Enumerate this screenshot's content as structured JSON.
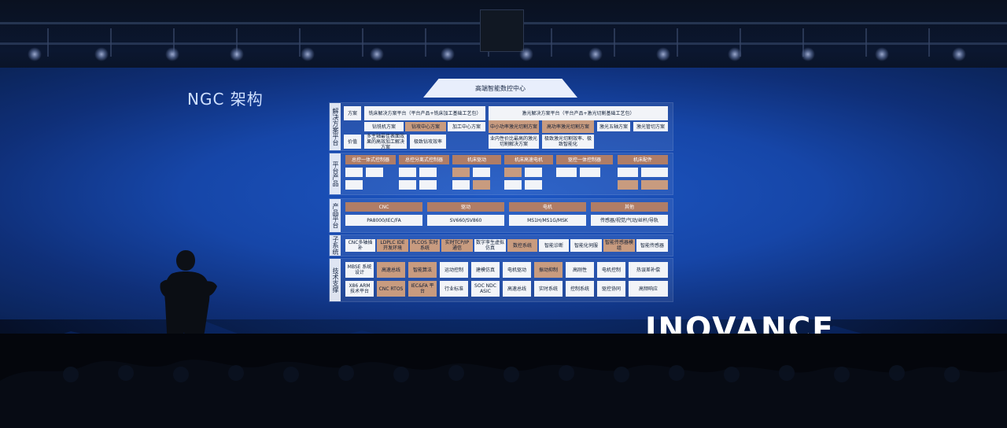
{
  "slide": {
    "title": "NGC 架构",
    "header": "高端智能数控中心",
    "logo_text": "INOVANCE",
    "sections": [
      {
        "label": "解决方案平台",
        "rows": [
          {
            "left": "方案",
            "blocks": [
              "铣床解决方案平台（平台产品+铣床加工基础工艺包）",
              "激光解决方案平台（平台产品+激光切割基础工艺包）"
            ]
          },
          {
            "left": "价值",
            "blocks": [
              "多主轴最佳表面效果的高效加工解决方案",
              "极致钻攻效率",
              "业内性价比最高的激光切割解决方案",
              "极致激光切割效率、极致智能化"
            ]
          }
        ],
        "chips": [
          "钻铣机方案",
          "钻攻中心方案",
          "加工中心方案",
          "中小功率激光切割方案",
          "高功率激光切割方案",
          "激光五轴方案",
          "激光管切方案"
        ]
      },
      {
        "label": "平台产品",
        "cols": [
          "总控一体式控制器",
          "总控分离式控制器",
          "机床驱动",
          "机床高速电机",
          "驱控一体控制器",
          "机床配件"
        ]
      },
      {
        "label": "产品平台",
        "cols": [
          {
            "name": "CNC",
            "value": "PA8000/IEC/FA"
          },
          {
            "name": "驱动",
            "value": "SV660/SV860"
          },
          {
            "name": "电机",
            "value": "MS1H/MS1G/MSK"
          },
          {
            "name": "其他",
            "value": "传感器/视觉/气动/丝杆/导轨"
          }
        ]
      },
      {
        "label": "子系统",
        "items": [
          "CNC多轴插补",
          "LDPLC IDE 开发环境",
          "PLCOS 实时系统",
          "实时TCP/IP 通信",
          "数字孪生虚拟仿真",
          "数控系统",
          "智能诊断",
          "智能化伺服",
          "智能传感器模组",
          "智能传感器"
        ]
      },
      {
        "label": "技术支撑",
        "items": [
          "MBSE 系统设计",
          "高速总线",
          "智能算法",
          "运动控制",
          "建模仿真",
          "电机驱动",
          "振动抑制",
          "高刚性",
          "电机控制",
          "热误差补偿",
          "X86 ARM 技术平台",
          "CNC RTOS",
          "IEC&FA 平台",
          "行业标准",
          "SOC NDC ASIC",
          "高速总线",
          "实时系统",
          "控制系统",
          "驱控协同",
          "高频响应"
        ]
      }
    ]
  },
  "icons": {
    "stage": "stage-lights-icon"
  },
  "colors": {
    "screen": "#1646a8",
    "chip_light": "#f2f4f8",
    "chip_brown": "#c89b7f",
    "chip_dark": "#2d3f62"
  }
}
